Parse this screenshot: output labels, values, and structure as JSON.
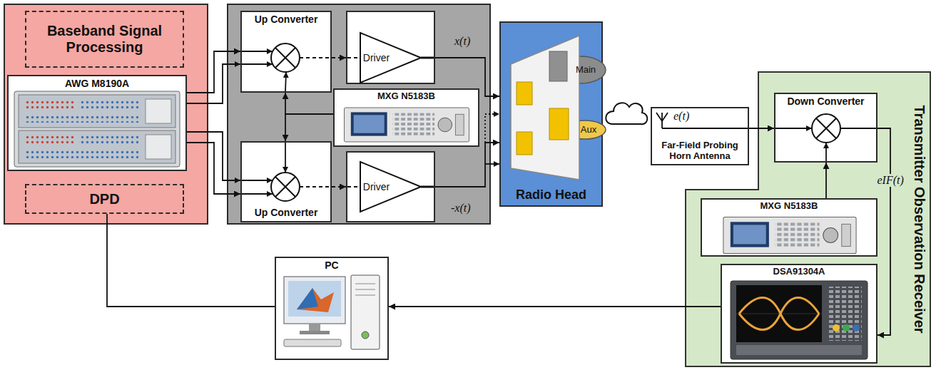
{
  "diagram": {
    "nodes": [
      {
        "text": []
      },
      {
        "text": [
          "Baseband Signal Processing"
        ],
        "in": 0
      },
      {
        "text": [
          "AWG M8190A"
        ],
        "in": 0
      },
      {
        "text": [
          "DPD"
        ],
        "in": 0
      },
      {
        "text": []
      },
      {
        "text": [
          "Up Converter"
        ],
        "in": 4
      },
      {
        "text": [
          "Driver"
        ],
        "in": 4
      },
      {
        "text": [
          "MXG N5183B"
        ],
        "in": 4
      },
      {
        "text": [
          "Up Converter"
        ],
        "in": 4
      },
      {
        "text": [
          "Driver"
        ],
        "in": 4
      },
      {
        "text": [
          "Radio Head"
        ]
      },
      {
        "text": [
          "Main"
        ],
        "in": 10
      },
      {
        "text": [
          "Aux"
        ],
        "in": 10
      },
      {
        "text": [
          "e(t)",
          "Far-Field Probing Horn Antenna"
        ]
      },
      {
        "text": [
          "Transmitter Observation Receiver"
        ]
      },
      {
        "text": [
          "Down Converter"
        ],
        "in": 14
      },
      {
        "text": [
          "MXG N5183B"
        ],
        "in": 14
      },
      {
        "text": [
          "DSA91304A"
        ],
        "in": 14
      },
      {
        "text": [
          "PC"
        ]
      }
    ],
    "edges": [
      {
        "from": 2,
        "to": 5,
        "arrow": "to"
      },
      {
        "from": 2,
        "to": 8,
        "arrow": "to"
      },
      {
        "from": 5,
        "to": 6,
        "arrow": "to"
      },
      {
        "from": 8,
        "to": 9,
        "arrow": "to"
      },
      {
        "from": 7,
        "to": 5,
        "arrow": "to"
      },
      {
        "from": 7,
        "to": 8,
        "arrow": "to"
      },
      {
        "from": 6,
        "to": 10,
        "label": "x(t)",
        "arrow": "to"
      },
      {
        "from": 9,
        "to": 10,
        "label": "-x(t)",
        "arrow": "to"
      },
      {
        "from": 13,
        "to": 15,
        "arrow": "to"
      },
      {
        "from": 16,
        "to": 15,
        "arrow": "to"
      },
      {
        "from": 15,
        "to": 17,
        "label": "eIF(t)",
        "arrow": "to"
      },
      {
        "from": 17,
        "to": 18,
        "arrow": "to"
      },
      {
        "from": 3,
        "to": 18,
        "arrow": "none"
      }
    ]
  }
}
